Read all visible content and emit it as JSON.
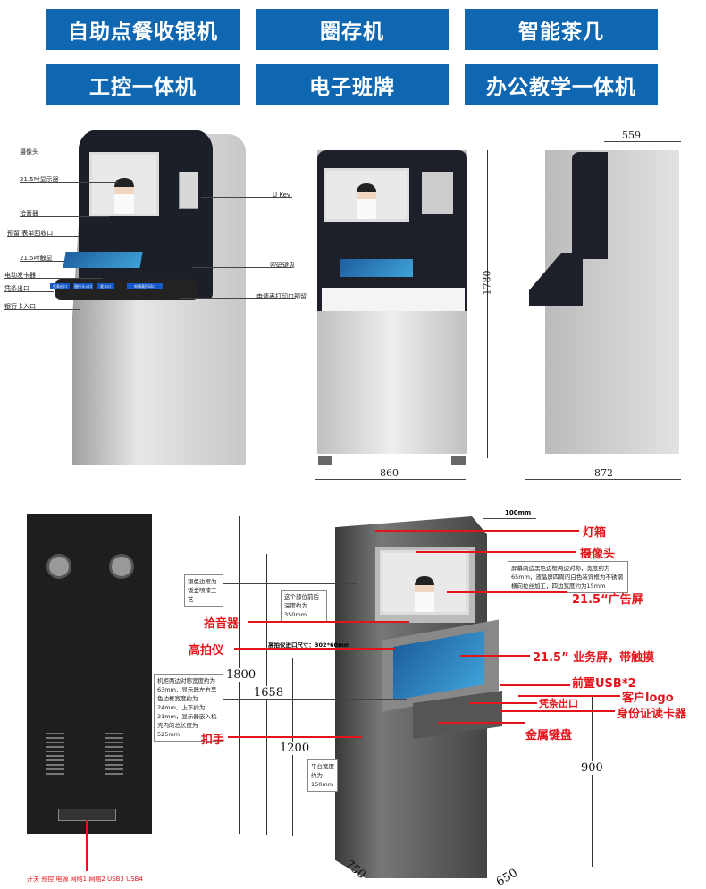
{
  "categories": [
    "自助点餐收银机",
    "圈存机",
    "智能茶几",
    "工控一体机",
    "电子班牌",
    "办公教学一体机"
  ],
  "kiosk1_labels": {
    "camera": "摄像头",
    "display": "21.5吋显示器",
    "mic": "拾音器",
    "reserved": "预留 表单回收口",
    "touch": "21.5吋触显",
    "card_dispenser": "电动发卡器",
    "receipt": "凭条出口",
    "bank_card": "银行卡入口",
    "ukey": "U Key",
    "pinpad": "密码键盘",
    "print": "申请表打印口预留"
  },
  "kiosk1_buttons": [
    "凭条出口",
    "银行卡入口",
    "发卡口",
    "申请表打印口"
  ],
  "front_dims": {
    "width": "860",
    "height": "1780"
  },
  "side_dims": {
    "top": "559",
    "depth": "872"
  },
  "back_ports": "开关 预控 电源 网络1 网络2 USB3 USB4",
  "kiosk2": {
    "dims": {
      "d100": "100mm",
      "h1800": "1800",
      "h1658": "1658",
      "h1200": "1200",
      "h900": "900",
      "w750": "750",
      "w650": "650"
    },
    "notes": {
      "frame": "银色边框为钣金喷漆工艺",
      "depth": "这个部位前后深度约为350mm",
      "scanner_port": "高拍仪进口尺寸：302*60mm",
      "screen_border": "机柜两边对称宽度约为63mm，显示器左右黑色边框宽度约为24mm，上下约为21mm，显示器嵌入机壳内的总长度为525mm",
      "ad_border": "屏幕两边黑色边框两边对称，宽度约为65mm，液晶屏四周的白色装饰框为不锈钢横向拉丝加工，四边宽度约为15mm",
      "platform": "平台宽度约为150mm"
    },
    "labels": {
      "lightbox": "灯箱",
      "camera": "摄像头",
      "ad_screen": "21.5“广告屏",
      "mic": "拾音器",
      "scanner": "高拍仪",
      "biz_screen": "21.5” 业务屏，带触摸",
      "usb": "前置USB*2",
      "logo": "客户logo",
      "receipt": "凭条出口",
      "id_reader": "身份证读卡器",
      "handle": "扣手",
      "keyboard": "金属键盘"
    }
  },
  "colors": {
    "accent": "#0f67b1",
    "red": "#e3151b"
  }
}
